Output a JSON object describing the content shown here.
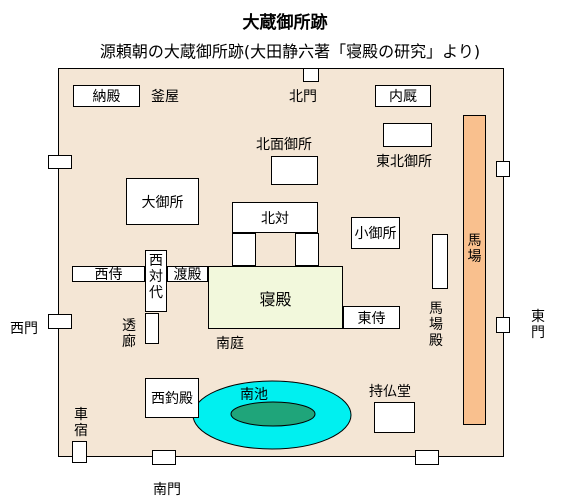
{
  "title": "大蔵御所跡",
  "subtitle": "源頼朝の大蔵御所跡(大田静六著「寝殿の研究」より)",
  "buildings": {
    "nando": "納殿",
    "kamaya": "釜屋",
    "naikyu": "内厩",
    "oogosho": "大御所",
    "kitanotai": "北対",
    "shingoten": "寝殿",
    "nishinotai": "西対代",
    "nishisamurai": "西侍",
    "watadono": "渡殿",
    "higashisamurai": "東侍",
    "kogosho": "小御所",
    "nishitsuridono": "西釣殿",
    "jibutsudo": "持仏堂",
    "baba": "馬場"
  },
  "labels": {
    "hokumen_gosho": "北面御所",
    "tohoku_gosho": "東北御所",
    "kitamon": "北門",
    "nishimon": "西門",
    "higashimon": "東門",
    "minamimon": "南門",
    "suirou": "透廊",
    "nantei": "南庭",
    "nanchi": "南池",
    "kurumayado": "車宿",
    "baba_dono": "馬場殿"
  },
  "colors": {
    "compound_fill": "#f4e6d5",
    "hall_fill": "#f2f8dc",
    "riding_ground_fill": "#f9c08e",
    "pond_fill": "#00f0f0",
    "island_fill": "#1fa57a"
  }
}
